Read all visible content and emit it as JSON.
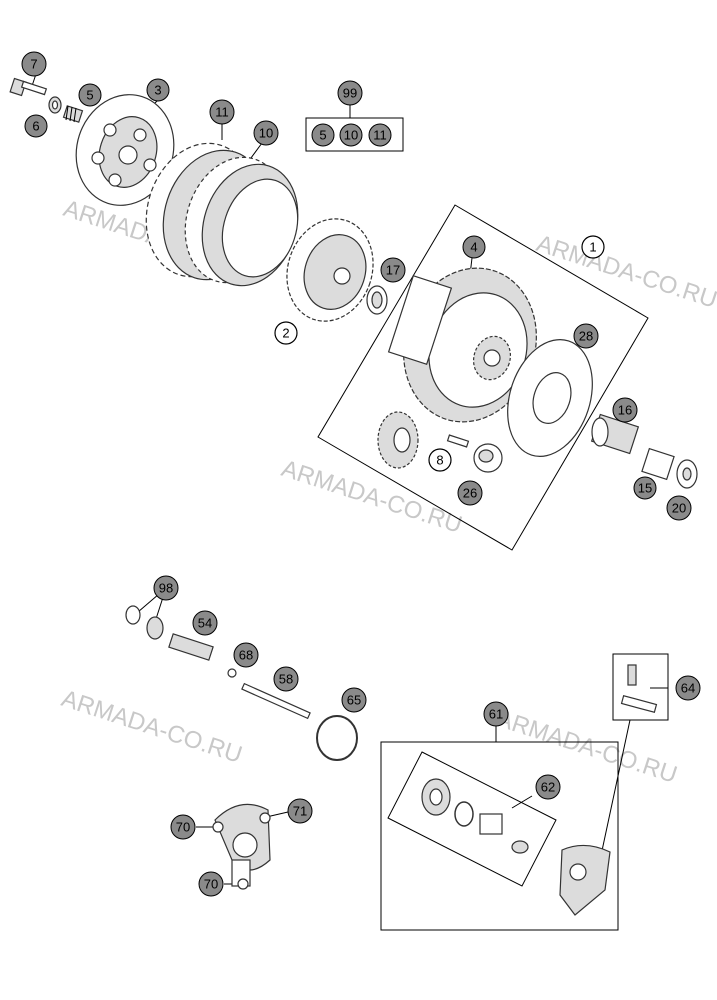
{
  "watermark": "ARMADA-CO.RU",
  "callouts": [
    {
      "id": "c7",
      "label": "7",
      "style": "grey"
    },
    {
      "id": "c5a",
      "label": "5",
      "style": "grey"
    },
    {
      "id": "c3",
      "label": "3",
      "style": "grey"
    },
    {
      "id": "c6",
      "label": "6",
      "style": "grey"
    },
    {
      "id": "c11",
      "label": "11",
      "style": "grey"
    },
    {
      "id": "c10",
      "label": "10",
      "style": "grey"
    },
    {
      "id": "c99",
      "label": "99",
      "style": "grey"
    },
    {
      "id": "c99-5",
      "label": "5",
      "style": "grey"
    },
    {
      "id": "c99-10",
      "label": "10",
      "style": "grey"
    },
    {
      "id": "c99-11",
      "label": "11",
      "style": "grey"
    },
    {
      "id": "c1",
      "label": "1",
      "style": "white"
    },
    {
      "id": "c4",
      "label": "4",
      "style": "grey"
    },
    {
      "id": "c17",
      "label": "17",
      "style": "grey"
    },
    {
      "id": "c2",
      "label": "2",
      "style": "white"
    },
    {
      "id": "c28",
      "label": "28",
      "style": "grey"
    },
    {
      "id": "c16",
      "label": "16",
      "style": "grey"
    },
    {
      "id": "c8",
      "label": "8",
      "style": "white"
    },
    {
      "id": "c26",
      "label": "26",
      "style": "grey"
    },
    {
      "id": "c15",
      "label": "15",
      "style": "grey"
    },
    {
      "id": "c20",
      "label": "20",
      "style": "grey"
    },
    {
      "id": "c98",
      "label": "98",
      "style": "grey"
    },
    {
      "id": "c54",
      "label": "54",
      "style": "grey"
    },
    {
      "id": "c68",
      "label": "68",
      "style": "grey"
    },
    {
      "id": "c58",
      "label": "58",
      "style": "grey"
    },
    {
      "id": "c65",
      "label": "65",
      "style": "grey"
    },
    {
      "id": "c64",
      "label": "64",
      "style": "grey"
    },
    {
      "id": "c61",
      "label": "61",
      "style": "grey"
    },
    {
      "id": "c62",
      "label": "62",
      "style": "grey"
    },
    {
      "id": "c71",
      "label": "71",
      "style": "grey"
    },
    {
      "id": "c70a",
      "label": "70",
      "style": "grey"
    },
    {
      "id": "c70b",
      "label": "70",
      "style": "grey"
    }
  ]
}
